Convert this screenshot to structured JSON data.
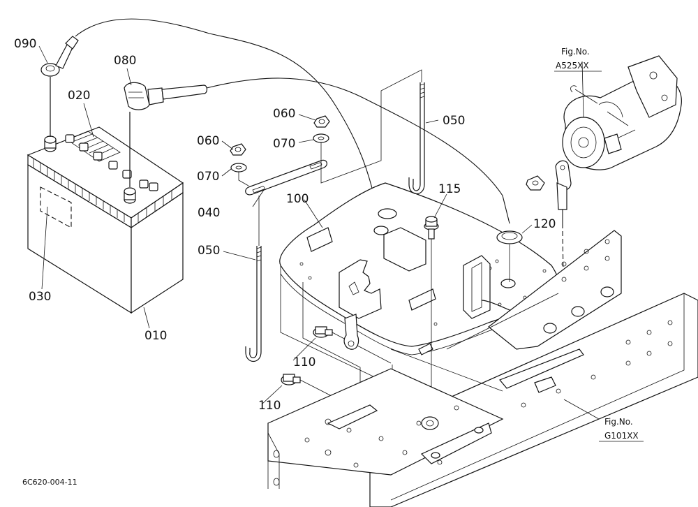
{
  "callouts": {
    "p010": "010",
    "p020": "020",
    "p030": "030",
    "p040": "040",
    "p050a": "050",
    "p050b": "050",
    "p060a": "060",
    "p060b": "060",
    "p070a": "070",
    "p070b": "070",
    "p080": "080",
    "p090": "090",
    "p100": "100",
    "p110a": "110",
    "p110b": "110",
    "p115": "115",
    "p120": "120"
  },
  "fig_refs": {
    "starter_label": "Fig.No.",
    "starter_code": "A525XX",
    "frame_label": "Fig.No.",
    "frame_code": "G101XX"
  },
  "document_id": "6C620-004-11"
}
